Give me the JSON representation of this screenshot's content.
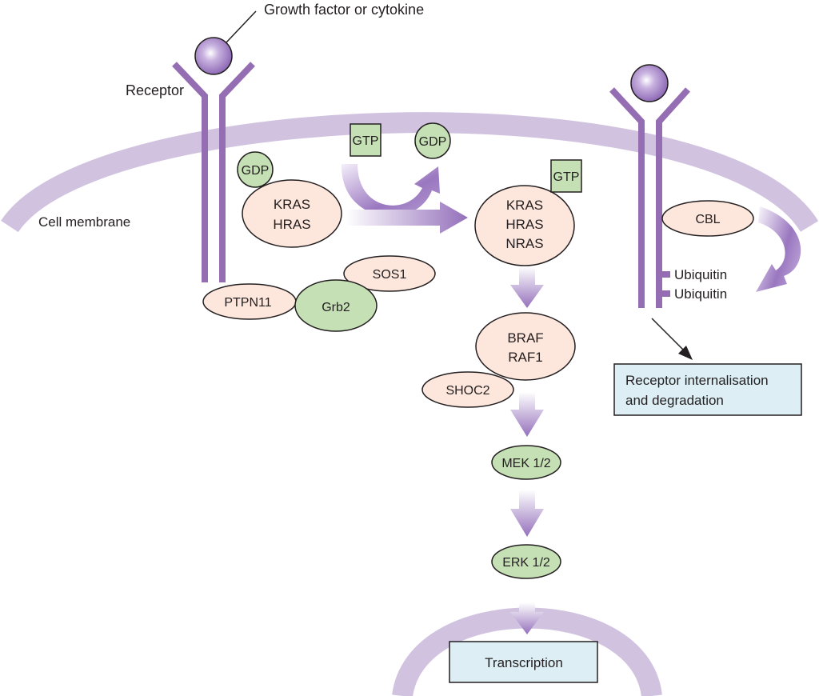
{
  "colors": {
    "membrane": "#d1c3e0",
    "receptor": "#956db2",
    "ligand": "#9d7cc3",
    "protein_pink": "#fde6dc",
    "protein_green": "#c5e0b4",
    "box_blue": "#ddeff5",
    "arrow": "#9b78bf",
    "outline": "#231f20"
  },
  "labels": {
    "growth_factor": "Growth factor or cytokine",
    "receptor": "Receptor",
    "cell_membrane": "Cell membrane"
  },
  "nodes": {
    "gdp_bound": "GDP",
    "ras_inactive": [
      "KRAS",
      "HRAS"
    ],
    "gtp_in": "GTP",
    "gdp_out": "GDP",
    "gtp_bound": "GTP",
    "ras_active": [
      "KRAS",
      "HRAS",
      "NRAS"
    ],
    "sos1": "SOS1",
    "ptpn11": "PTPN11",
    "grb2": "Grb2",
    "raf": [
      "BRAF",
      "RAF1"
    ],
    "shoc2": "SHOC2",
    "mek": "MEK 1/2",
    "erk": "ERK 1/2",
    "cbl": "CBL",
    "ubiquitin": [
      "Ubiquitin",
      "Ubiquitin"
    ]
  },
  "boxes": {
    "internalisation": [
      "Receptor internalisation",
      "and degradation"
    ],
    "transcription": "Transcription"
  }
}
